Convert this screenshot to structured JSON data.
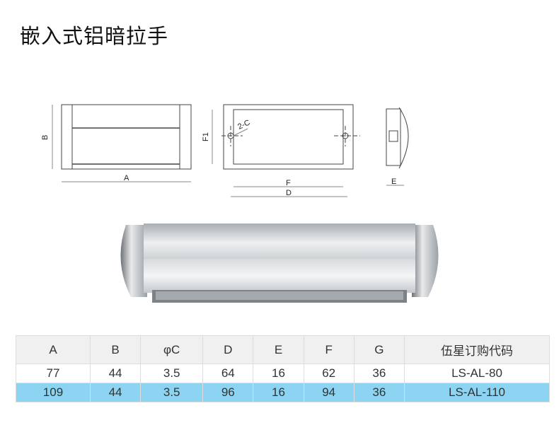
{
  "title": "嵌入式铝暗拉手",
  "drawing_labels": {
    "a": "A",
    "b": "B",
    "c": "2-C",
    "d": "D",
    "e": "E",
    "f": "F",
    "f1": "F1"
  },
  "table": {
    "headers": [
      "A",
      "B",
      "φC",
      "D",
      "E",
      "F",
      "G",
      "伍星订购代码"
    ],
    "rows": [
      [
        "77",
        "44",
        "3.5",
        "64",
        "16",
        "62",
        "36",
        "LS-AL-80"
      ],
      [
        "109",
        "44",
        "3.5",
        "96",
        "16",
        "94",
        "36",
        "LS-AL-110"
      ]
    ]
  },
  "colors": {
    "highlight_row": "#8cd4f2",
    "header_bg": "#f0f0f0"
  }
}
